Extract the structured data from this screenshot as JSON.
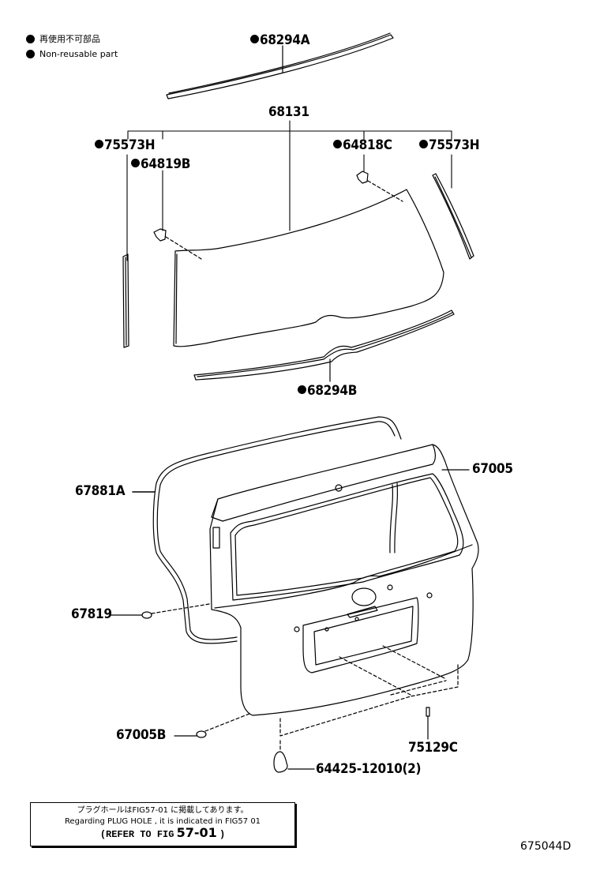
{
  "legend": {
    "items": [
      {
        "icon": "filled-circle",
        "text": "再使用不可部品"
      },
      {
        "icon": "filled-circle",
        "text": "Non-reusable part"
      }
    ]
  },
  "parts": {
    "p68294A": {
      "code": "68294A",
      "non_reusable": true
    },
    "p68131": {
      "code": "68131",
      "non_reusable": false
    },
    "p75573H_left": {
      "code": "75573H",
      "non_reusable": true
    },
    "p64819B": {
      "code": "64819B",
      "non_reusable": true
    },
    "p64818C": {
      "code": "64818C",
      "non_reusable": true
    },
    "p75573H_right": {
      "code": "75573H",
      "non_reusable": true
    },
    "p68294B": {
      "code": "68294B",
      "non_reusable": true
    },
    "p67881A": {
      "code": "67881A",
      "non_reusable": false
    },
    "p67005": {
      "code": "67005",
      "non_reusable": false
    },
    "p67819": {
      "code": "67819",
      "non_reusable": false
    },
    "p67005B": {
      "code": "67005B",
      "non_reusable": false
    },
    "p75129C": {
      "code": "75129C",
      "non_reusable": false
    },
    "p64425": {
      "code": "64425-12010(2)",
      "non_reusable": false
    }
  },
  "note": {
    "line_jp": "プラグホールはFIG57-01 に掲載してあります。",
    "line_en": "Regarding PLUG HOLE , it is indicated in FIG57  01",
    "ref_prefix": "(REFER TO FIG",
    "ref_fig": "57-01",
    "ref_suffix": ")"
  },
  "figure_id": "675044D"
}
